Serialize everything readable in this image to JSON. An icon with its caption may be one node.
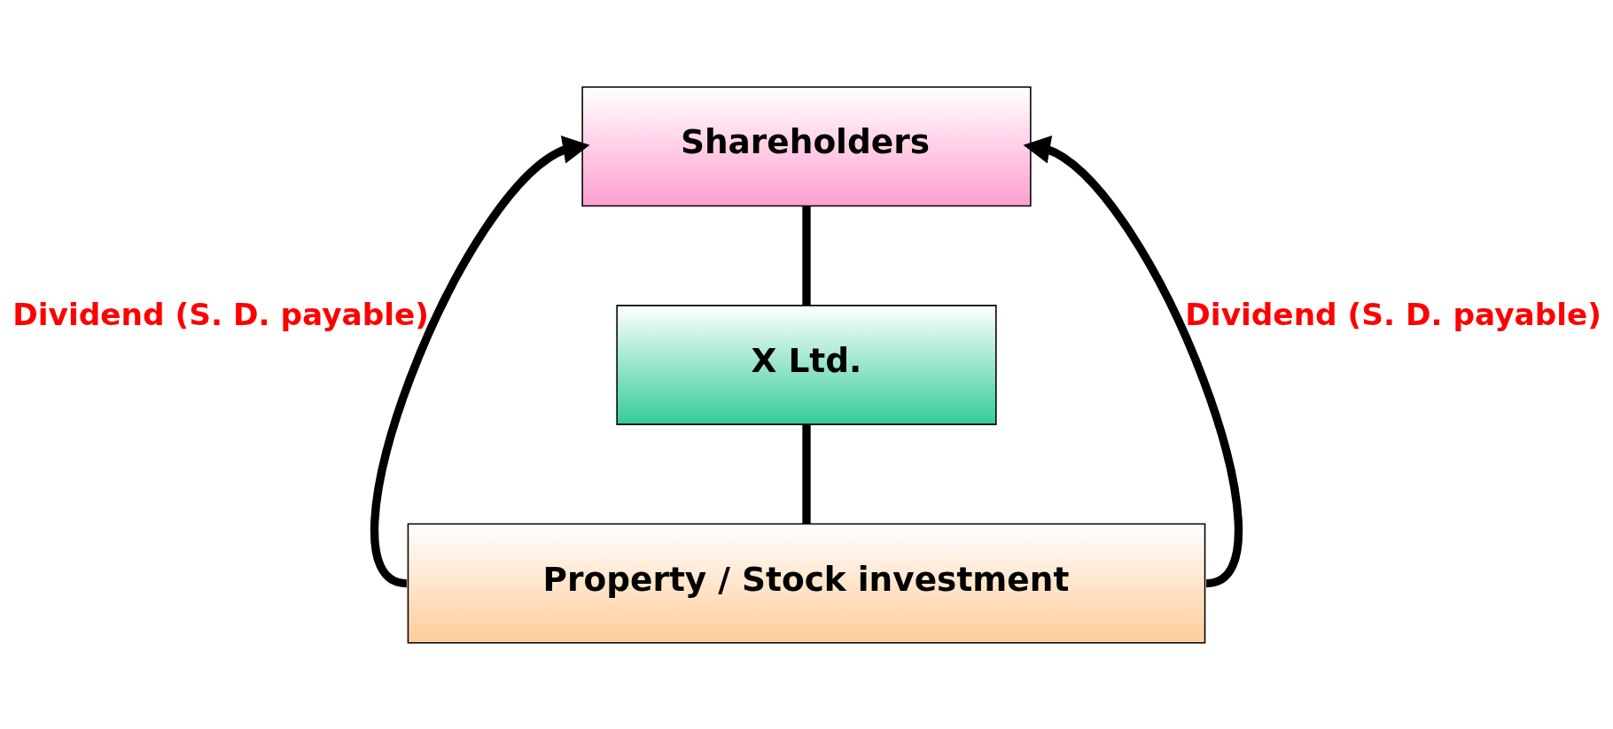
{
  "diagram": {
    "nodes": [
      {
        "text": [
          "Shareholders"
        ]
      },
      {
        "text": [
          "X Ltd."
        ]
      },
      {
        "text": [
          "Property / Stock investment"
        ]
      }
    ],
    "edges": [
      {
        "from": 0,
        "to": 1,
        "arrow": "none"
      },
      {
        "from": 1,
        "to": 2,
        "arrow": "none"
      },
      {
        "from": 2,
        "to": 0,
        "arrow": "to",
        "label": "Dividend (S. D. payable)"
      },
      {
        "from": 2,
        "to": 0,
        "arrow": "to",
        "label": "Dividend (S. D. payable)"
      }
    ]
  }
}
